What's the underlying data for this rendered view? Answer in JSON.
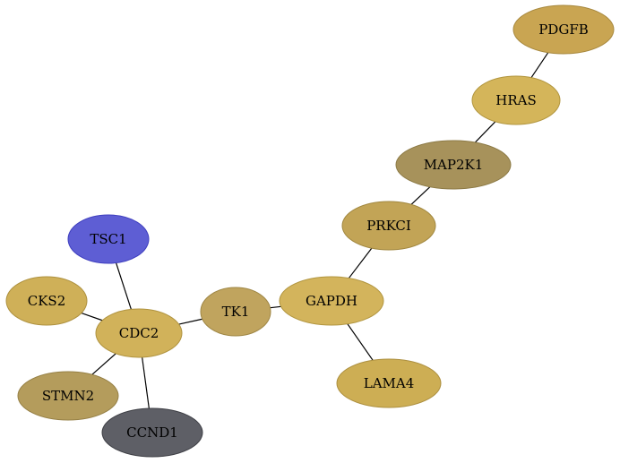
{
  "graph": {
    "nodes": [
      {
        "id": "PDGFB",
        "label": "PDGFB",
        "fill": "#C9A552",
        "stroke": "#A8893F"
      },
      {
        "id": "HRAS",
        "label": "HRAS",
        "fill": "#D4B55A",
        "stroke": "#B2963F"
      },
      {
        "id": "MAP2K1",
        "label": "MAP2K1",
        "fill": "#A7925B",
        "stroke": "#8C7A46"
      },
      {
        "id": "PRKCI",
        "label": "PRKCI",
        "fill": "#C2A456",
        "stroke": "#A1873F"
      },
      {
        "id": "TSC1",
        "label": "TSC1",
        "fill": "#5E5ED4",
        "stroke": "#3F3FBF"
      },
      {
        "id": "CKS2",
        "label": "CKS2",
        "fill": "#CFB058",
        "stroke": "#AE913F"
      },
      {
        "id": "CDC2",
        "label": "CDC2",
        "fill": "#D1B25A",
        "stroke": "#B0933F"
      },
      {
        "id": "TK1",
        "label": "TK1",
        "fill": "#C0A45E",
        "stroke": "#9F8746"
      },
      {
        "id": "GAPDH",
        "label": "GAPDH",
        "fill": "#D3B45C",
        "stroke": "#B1953F"
      },
      {
        "id": "LAMA4",
        "label": "LAMA4",
        "fill": "#CDAE54",
        "stroke": "#AC8F3F"
      },
      {
        "id": "STMN2",
        "label": "STMN2",
        "fill": "#B49C5C",
        "stroke": "#968046"
      },
      {
        "id": "CCND1",
        "label": "CCND1",
        "fill": "#5E5F66",
        "stroke": "#3E3F45"
      }
    ],
    "edges": [
      {
        "source": "PDGFB",
        "target": "HRAS"
      },
      {
        "source": "HRAS",
        "target": "MAP2K1"
      },
      {
        "source": "MAP2K1",
        "target": "PRKCI"
      },
      {
        "source": "PRKCI",
        "target": "GAPDH"
      },
      {
        "source": "GAPDH",
        "target": "LAMA4"
      },
      {
        "source": "GAPDH",
        "target": "TK1"
      },
      {
        "source": "TK1",
        "target": "CDC2"
      },
      {
        "source": "TSC1",
        "target": "CDC2"
      },
      {
        "source": "CKS2",
        "target": "CDC2"
      },
      {
        "source": "CDC2",
        "target": "STMN2"
      },
      {
        "source": "CDC2",
        "target": "CCND1"
      }
    ]
  }
}
